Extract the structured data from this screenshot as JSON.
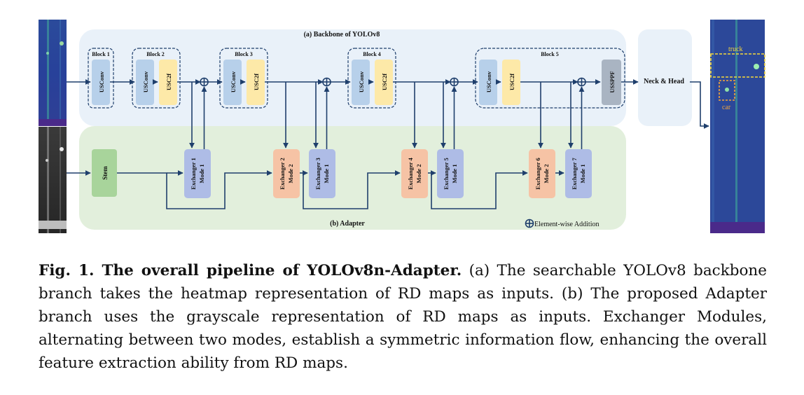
{
  "figure": {
    "backbone_title": "(a) Backbone of YOLOv8",
    "adapter_title": "(b) Adapter",
    "legend_label": "Element-wise Addition",
    "neck_head_label": "Neck & Head",
    "blocks": [
      {
        "title": "Block 1",
        "modules": [
          "USConv"
        ]
      },
      {
        "title": "Block 2",
        "modules": [
          "USConv",
          "USC2f"
        ]
      },
      {
        "title": "Block 3",
        "modules": [
          "USConv",
          "USC2f"
        ]
      },
      {
        "title": "Block 4",
        "modules": [
          "USConv",
          "USC2f"
        ]
      },
      {
        "title": "Block 5",
        "modules": [
          "USConv",
          "USC2f",
          "USSPPF"
        ]
      }
    ],
    "stem_label": "Stem",
    "exchangers": [
      {
        "name": "Exchanger 1",
        "mode": "Mode 1"
      },
      {
        "name": "Exchanger 2",
        "mode": "Mode 2"
      },
      {
        "name": "Exchanger 3",
        "mode": "Mode 1"
      },
      {
        "name": "Exchanger 4",
        "mode": "Mode 2"
      },
      {
        "name": "Exchanger 5",
        "mode": "Mode 1"
      },
      {
        "name": "Exchanger 6",
        "mode": "Mode 2"
      },
      {
        "name": "Exchanger 7",
        "mode": "Mode 1"
      }
    ],
    "detections": [
      "truck",
      "car"
    ],
    "colors": {
      "backbone_bg": "#e9f1f9",
      "adapter_bg": "#e2efdc",
      "neck_bg": "#e9f1f9",
      "usconv": "#b7d0ea",
      "usc2f": "#fde9a8",
      "usspff": "#a9b4c2",
      "stem": "#a8d49b",
      "exchanger_mode1": "#aebce6",
      "exchanger_mode2": "#f6c3a5",
      "arrow": "#1f3f6c",
      "detection_box": "#f5d73a"
    }
  },
  "caption": {
    "bold": "Fig. 1. The overall pipeline of YOLOv8n-Adapter.",
    "text": " (a) The searchable YOLOv8 backbone branch takes the heatmap representation of RD maps as inputs. (b) The proposed Adapter branch uses the grayscale representation of RD maps as inputs. Exchanger Modules, alternating between two modes, establish a symmetric information flow, enhancing the overall feature extraction ability from RD maps."
  }
}
